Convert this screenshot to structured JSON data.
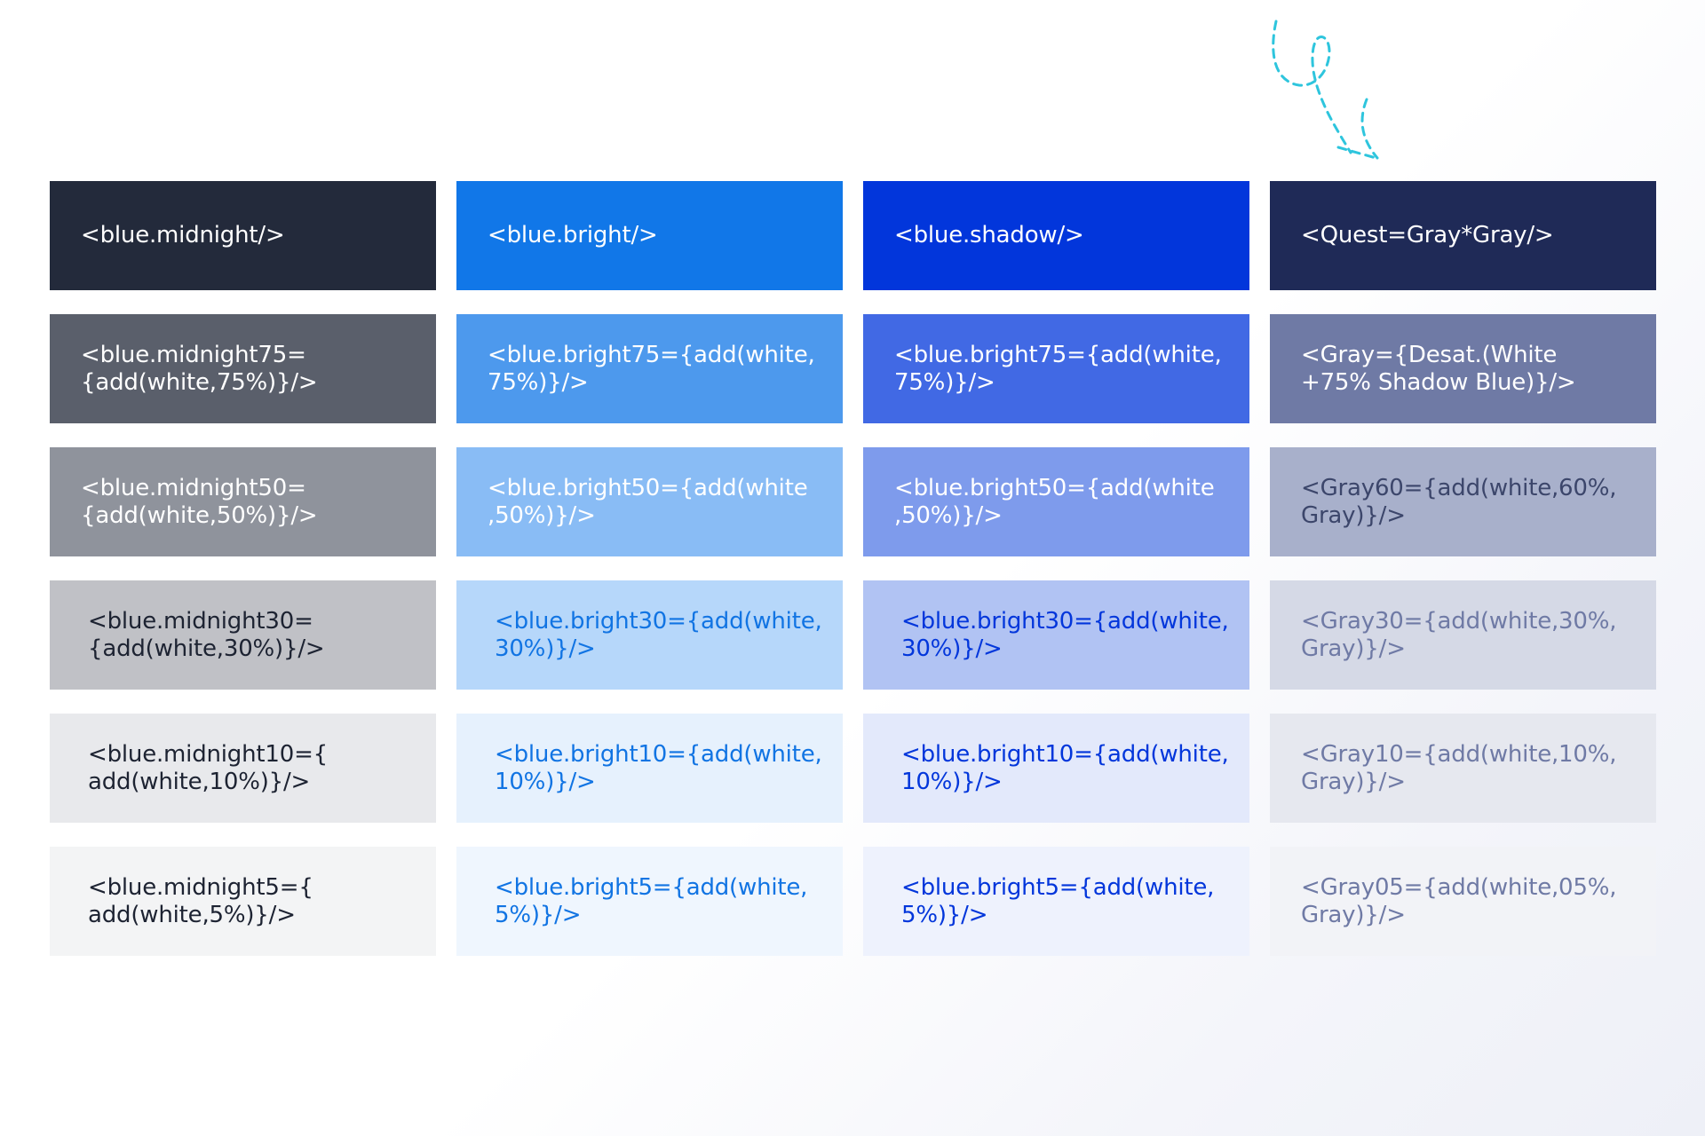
{
  "palette": {
    "rows": [
      [
        {
          "label": "<blue.midnight/>",
          "bg": "#232a3b",
          "fg": "#ffffff"
        },
        {
          "label": "<blue.bright/>",
          "bg": "#1177e8",
          "fg": "#ffffff"
        },
        {
          "label": "<blue.shadow/>",
          "bg": "#0236db",
          "fg": "#ffffff"
        },
        {
          "label": "<Quest=Gray*Gray/>",
          "bg": "#1f2a57",
          "fg": "#ffffff"
        }
      ],
      [
        {
          "label": "<blue.midnight75=\n{add(white,75%)}/>",
          "bg": "#5a5f6b",
          "fg": "#ffffff"
        },
        {
          "label": "<blue.bright75={add(white,\n75%)}/>",
          "bg": "#4d99ed",
          "fg": "#ffffff"
        },
        {
          "label": "<blue.bright75={add(white,\n75%)}/>",
          "bg": "#4169e4",
          "fg": "#ffffff"
        },
        {
          "label": "<Gray={Desat.(White\n+75% Shadow Blue)}/>",
          "bg": "#6f7aa5",
          "fg": "#ffffff"
        }
      ],
      [
        {
          "label": "<blue.midnight50=\n{add(white,50%)}/>",
          "bg": "#8f939c",
          "fg": "#ffffff"
        },
        {
          "label": "<blue.bright50={add(white\n,50%)}/>",
          "bg": "#89bcf5",
          "fg": "#ffffff"
        },
        {
          "label": "<blue.bright50={add(white\n,50%)}/>",
          "bg": "#7e9bec",
          "fg": "#ffffff"
        },
        {
          "label": "<Gray60={add(white,60%,\nGray)}/>",
          "bg": "#a8b0cb",
          "fg": "#3c466b"
        }
      ],
      [
        {
          "label": "<blue.midnight30=\n{add(white,30%)}/>",
          "bg": "#c0c1c6",
          "fg": "#1d2332",
          "indent": true
        },
        {
          "label": "<blue.bright30={add(white,\n30%)}/>",
          "bg": "#b6d7fa",
          "fg": "#1174e3",
          "indent": true
        },
        {
          "label": "<blue.bright30={add(white,\n30%)}/>",
          "bg": "#b1c3f3",
          "fg": "#0236db",
          "indent": true
        },
        {
          "label": "<Gray30={add(white,30%,\nGray)}/>",
          "bg": "#d5d9e6",
          "fg": "#6f7aa5"
        }
      ],
      [
        {
          "label": "<blue.midnight10={\nadd(white,10%)}/>",
          "bg": "#e8e9ec",
          "fg": "#1d2332",
          "indent": true
        },
        {
          "label": "<blue.bright10={add(white,\n10%)}/>",
          "bg": "#e6f1fd",
          "fg": "#1174e3",
          "indent": true
        },
        {
          "label": "<blue.bright10={add(white,\n10%)}/>",
          "bg": "#e3e9fb",
          "fg": "#0236db",
          "indent": true
        },
        {
          "label": "<Gray10={add(white,10%,\nGray)}/>",
          "bg": "#e6e8ef",
          "fg": "#6f7aa5"
        }
      ],
      [
        {
          "label": "<blue.midnight5={\nadd(white,5%)}/>",
          "bg": "#f3f4f5",
          "fg": "#1d2332",
          "indent": true
        },
        {
          "label": "<blue.bright5={add(white,\n5%)}/>",
          "bg": "#eff6fe",
          "fg": "#1174e3",
          "indent": true
        },
        {
          "label": "<blue.bright5={add(white,\n5%)}/>",
          "bg": "#eef2fd",
          "fg": "#0236db",
          "indent": true
        },
        {
          "label": "<Gray05={add(white,05%,\nGray)}/>",
          "bg": "#f2f3f7",
          "fg": "#6f7aa5"
        }
      ]
    ]
  },
  "decoration": {
    "arrow_color": "#2ec5dd",
    "arrow_icon": "dashed-loop-arrow-icon"
  }
}
